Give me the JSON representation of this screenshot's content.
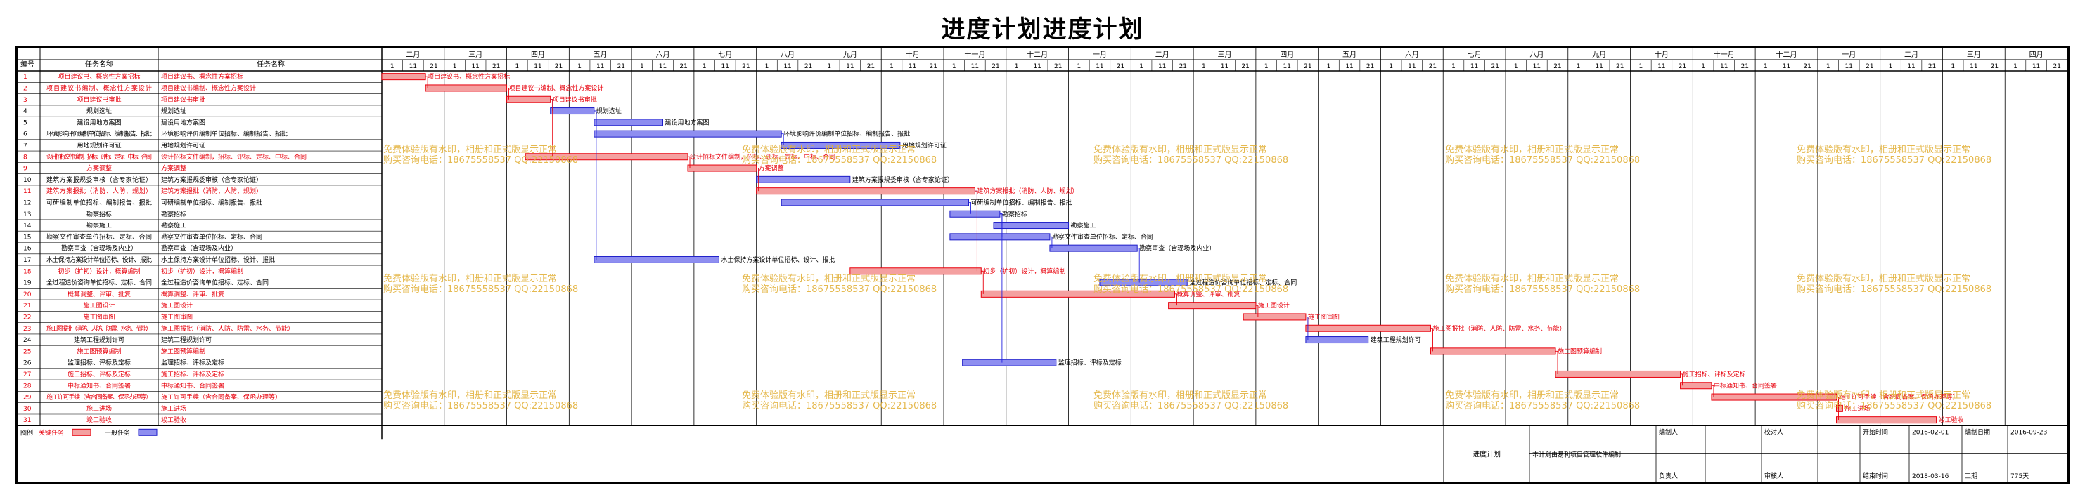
{
  "title": "进度计划进度计划",
  "header": {
    "col_no": "编号",
    "col_task": "任务名称",
    "col_task2": "任务名称"
  },
  "timeline": {
    "months": [
      "二月",
      "三月",
      "四月",
      "五月",
      "六月",
      "七月",
      "八月",
      "九月",
      "十月",
      "十一月",
      "十二月",
      "一月",
      "二月",
      "三月",
      "四月",
      "五月",
      "六月",
      "七月",
      "八月",
      "九月",
      "十月",
      "十一月",
      "十二月",
      "一月",
      "二月",
      "三月",
      "四月"
    ],
    "days": [
      "1",
      "11",
      "21"
    ]
  },
  "tasks": [
    {
      "no": "1",
      "name": "项目建议书、概念性方案招标",
      "name2": "项目建议书、概念性方案招标",
      "critical": true,
      "s": 0.0,
      "d": 0.7,
      "label": "项目建议书、概念性方案招标"
    },
    {
      "no": "2",
      "name": "项目建议书编制、概念性方案设计",
      "name2": "项目建议书编制、概念性方案设计",
      "critical": true,
      "s": 0.7,
      "d": 1.3,
      "label": "项目建议书编制、概念性方案设计"
    },
    {
      "no": "3",
      "name": "项目建议书审批",
      "name2": "项目建议书审批",
      "critical": true,
      "s": 2.0,
      "d": 0.7,
      "label": "项目建议书审批"
    },
    {
      "no": "4",
      "name": "规划选址",
      "name2": "规划选址",
      "critical": false,
      "s": 2.7,
      "d": 0.7,
      "label": "规划选址"
    },
    {
      "no": "5",
      "name": "建设用地方案图",
      "name2": "建设用地方案图",
      "critical": false,
      "s": 3.4,
      "d": 1.1,
      "label": "建设用地方案图"
    },
    {
      "no": "6",
      "name": "环境影响评价编制单位招标、编制报告、报批",
      "name2": "环境影响评价编制单位招标、编制报告、报批",
      "critical": false,
      "s": 3.4,
      "d": 3.0,
      "label": "环境影响评价编制单位招标、编制报告、报批"
    },
    {
      "no": "7",
      "name": "用地规划许可证",
      "name2": "用地规划许可证",
      "critical": false,
      "s": 6.4,
      "d": 1.9,
      "label": "用地规划许可证"
    },
    {
      "no": "8",
      "name": "设计招标文件编制，招标、评标、定标、中标、合同",
      "name2": "设计招标文件编制，招标、评标、定标、中标、合同",
      "critical": true,
      "s": 2.3,
      "d": 2.6,
      "label": "设计招标文件编制，招标、评标、定标、中标、合同"
    },
    {
      "no": "9",
      "name": "方案调整",
      "name2": "方案调整",
      "critical": true,
      "s": 4.9,
      "d": 1.1,
      "label": "方案调整"
    },
    {
      "no": "10",
      "name": "建筑方案报规委审核（含专家论证）",
      "name2": "建筑方案报规委审核（含专家论证）",
      "critical": false,
      "s": 6.0,
      "d": 1.5,
      "label": "建筑方案报规委审核（含专家论证）"
    },
    {
      "no": "11",
      "name": "建筑方案报批（消防、人防、规划）",
      "name2": "建筑方案报批（消防、人防、规划）",
      "critical": true,
      "s": 6.0,
      "d": 3.5,
      "label": "建筑方案报批（消防、人防、规划）"
    },
    {
      "no": "12",
      "name": "可研编制单位招标、编制报告、报批",
      "name2": "可研编制单位招标、编制报告、报批",
      "critical": false,
      "s": 6.4,
      "d": 3.0,
      "label": "可研编制单位招标、编制报告、报批"
    },
    {
      "no": "13",
      "name": "勘察招标",
      "name2": "勘察招标",
      "critical": false,
      "s": 9.1,
      "d": 0.8,
      "label": "勘察招标"
    },
    {
      "no": "14",
      "name": "勘察施工",
      "name2": "勘察施工",
      "critical": false,
      "s": 9.8,
      "d": 1.2,
      "label": "勘察施工"
    },
    {
      "no": "15",
      "name": "勘察文件审查单位招标、定标、合同",
      "name2": "勘察文件审查单位招标、定标、合同",
      "critical": false,
      "s": 9.1,
      "d": 1.6,
      "label": "勘察文件审查单位招标、定标、合同"
    },
    {
      "no": "16",
      "name": "勘察审查（含现场及内业）",
      "name2": "勘察审查（含现场及内业）",
      "critical": false,
      "s": 10.7,
      "d": 1.4,
      "label": "勘察审查（含现场及内业）"
    },
    {
      "no": "17",
      "name": "水土保持方案设计单位招标、设计、报批",
      "name2": "水土保持方案设计单位招标、设计、报批",
      "critical": false,
      "s": 3.4,
      "d": 2.0,
      "label": "水土保持方案设计单位招标、设计、报批"
    },
    {
      "no": "18",
      "name": "初步（扩初）设计，概算编制",
      "name2": "初步（扩初）设计，概算编制",
      "critical": true,
      "s": 7.5,
      "d": 2.1,
      "label": "初步（扩初）设计，概算编制"
    },
    {
      "no": "19",
      "name": "全过程造价咨询单位招标、定标、合同",
      "name2": "全过程造价咨询单位招标、定标、合同",
      "critical": false,
      "s": 11.5,
      "d": 1.4,
      "label": "全过程造价咨询单位招标、定标、合同"
    },
    {
      "no": "20",
      "name": "概算调整、评审、批复",
      "name2": "概算调整、评审、批复",
      "critical": true,
      "s": 9.6,
      "d": 3.1,
      "label": "概算调整、评审、批复"
    },
    {
      "no": "21",
      "name": "施工图设计",
      "name2": "施工图设计",
      "critical": true,
      "s": 12.6,
      "d": 1.4,
      "label": "施工图设计"
    },
    {
      "no": "22",
      "name": "施工图审图",
      "name2": "施工图审图",
      "critical": true,
      "s": 13.8,
      "d": 1.0,
      "label": "施工图审图"
    },
    {
      "no": "23",
      "name": "施工图报批（消防、人防、防雷、水务、节能）",
      "name2": "施工图报批（消防、人防、防雷、水务、节能）",
      "critical": true,
      "s": 14.8,
      "d": 2.0,
      "label": "施工图报批（消防、人防、防雷、水务、节能）"
    },
    {
      "no": "24",
      "name": "建筑工程规划许可",
      "name2": "建筑工程规划许可",
      "critical": false,
      "s": 14.8,
      "d": 1.0,
      "label": "建筑工程规划许可"
    },
    {
      "no": "25",
      "name": "施工图预算编制",
      "name2": "施工图预算编制",
      "critical": true,
      "s": 16.8,
      "d": 2.0,
      "label": "施工图预算编制"
    },
    {
      "no": "26",
      "name": "监理招标、评标及定标",
      "name2": "监理招标、评标及定标",
      "critical": false,
      "s": 9.3,
      "d": 1.5,
      "label": "监理招标、评标及定标"
    },
    {
      "no": "27",
      "name": "施工招标、评标及定标",
      "name2": "施工招标、评标及定标",
      "critical": true,
      "s": 18.8,
      "d": 2.0,
      "label": "施工招标、评标及定标"
    },
    {
      "no": "28",
      "name": "中标通知书、合同签署",
      "name2": "中标通知书、合同签署",
      "critical": true,
      "s": 20.8,
      "d": 0.5,
      "label": "中标通知书、合同签署"
    },
    {
      "no": "29",
      "name": "施工许可手续（含合同备案、保函办理等）",
      "name2": "施工许可手续（含合同备案、保函办理等）",
      "critical": true,
      "s": 21.3,
      "d": 2.0,
      "label": "施工许可手续（含合同备案、保函办理等）"
    },
    {
      "no": "30",
      "name": "施工进场",
      "name2": "施工进场",
      "critical": true,
      "s": 23.3,
      "d": 0.1,
      "label": "施工进场"
    },
    {
      "no": "31",
      "name": "竣工验收",
      "name2": "竣工验收",
      "critical": true,
      "s": 23.3,
      "d": 1.6,
      "label": "竣工验收"
    }
  ],
  "watermark": {
    "line1": "免费体验版有水印，相册和正式版显示正常",
    "line2": "购买咨询电话：18675558537 QQ:22150868"
  },
  "legend": {
    "label": "图例:",
    "critical": "关键任务",
    "normal": "一般任务"
  },
  "footer": {
    "plan_name": "进度计划",
    "software": "本计划由易利项目管理软件编制",
    "prepared_by": "编制人",
    "reviewed_by": "校对人",
    "responsible": "负责人",
    "approved_by": "审核人",
    "start_label": "开始时间",
    "start_value": "2016-02-01",
    "edit_date_label": "编制日期",
    "edit_date_value": "2016-09-23",
    "end_label": "结束时间",
    "end_value": "2018-03-16",
    "duration_label": "工期",
    "duration_value": "775天"
  },
  "colors": {
    "critical": "#f4a0a0",
    "critical_stroke": "#e8000c",
    "normal": "#8e8ef0",
    "normal_stroke": "#1c1cc8",
    "link": "#2424e0"
  }
}
